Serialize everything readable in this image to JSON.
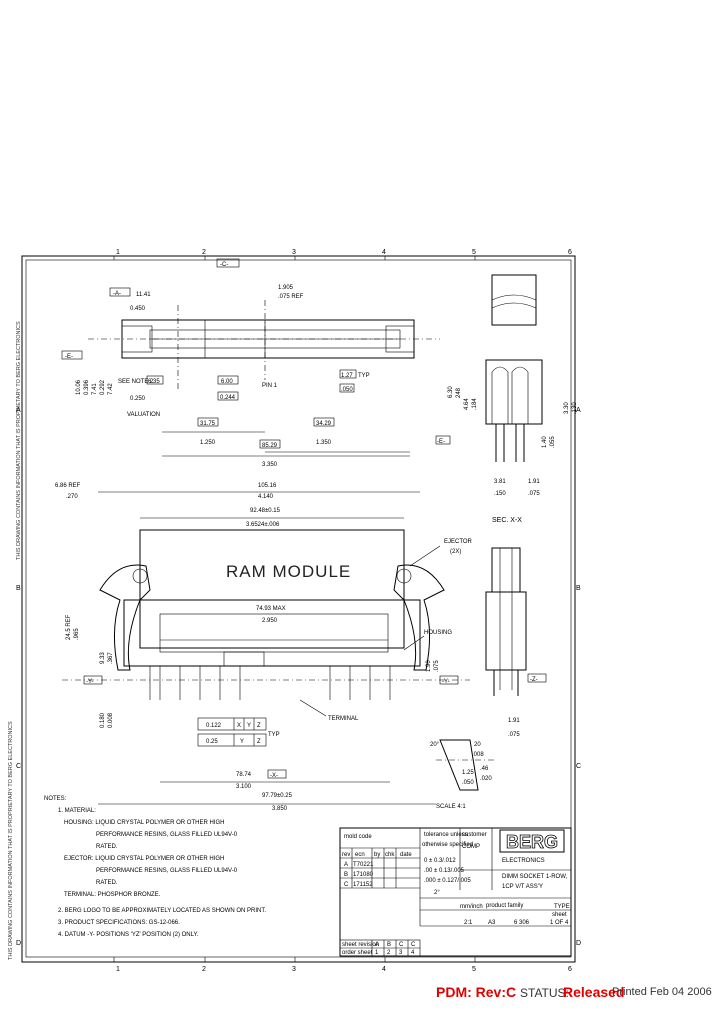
{
  "zones_top": [
    "1",
    "2",
    "3",
    "4",
    "5",
    "6"
  ],
  "zones_side": [
    "A",
    "B",
    "C",
    "D"
  ],
  "datums": {
    "a": "-A-",
    "c": "-C-",
    "e": "-E-",
    "y": "-Y-",
    "z": "-Z-",
    "x": "-X-"
  },
  "top_view": {
    "dim_ref": "1.905",
    "dim_ref_sub": ".075 REF",
    "dim_l1": "11.41",
    "dim_l2": "0.450",
    "see_note": "SEE NOTE 2",
    "d_635": "6.35",
    "d_250": "0.250",
    "valuation": "VALUATION",
    "d_6_00": "6.00",
    "d_0244": "0.244",
    "pin1": "PIN 1",
    "typ127": "1.27",
    "typ_label": "TYP",
    "typ050": ".050",
    "d_3175": "31.75",
    "d_1250": "1.250",
    "d_3429": "34.29",
    "d_1350": "1.350",
    "d_8529": "85.29",
    "d_3350": "3.350",
    "left_v1": "10.06",
    "left_v2": "0.396",
    "left_v3": "7.41",
    "left_v4": "0.292",
    "left_v5": "7.42"
  },
  "front_view": {
    "top_ref": "6.86 REF",
    "top_ref_sub": ".270",
    "overall": "105.16",
    "overall_sub": "4.140",
    "inner": "92.48±0.15",
    "inner_sub": "3.6524±.006",
    "title": "RAM MODULE",
    "ejector": "EJECTOR",
    "ejector_qty": "(2X)",
    "w_max": "74.93 MAX",
    "w_max_sub": "2.950",
    "housing": "HOUSING",
    "terminal": "TERMINAL",
    "h_ref": "24.5 REF",
    "h_ref_sub": ".965",
    "h_a": "9.33",
    "h_b": ".367",
    "h_c": "0.180",
    "h_d": "0.008",
    "h_e": "1.90",
    "h_f": ".075",
    "tol1": "0.122",
    "tol2": "0.25",
    "tol_x": "X",
    "tol_y": "Y",
    "tol_z": "Z",
    "tol_typ": "TYP",
    "b1": "78.74",
    "b1_sub": "3.100",
    "b2": "97.79±0.25",
    "b2_sub": "3.850"
  },
  "side_view": {
    "d1": "6.30",
    "d2": "248",
    "d3": "4.64",
    "d4": ".184",
    "d5": "3.30",
    "d6": ".130",
    "d7": "1.40",
    "d8": ".055",
    "w1": "3.81",
    "w1_sub": ".150",
    "w2": "1.91",
    "w2_sub": ".075"
  },
  "section": {
    "title": "SEC. X-X",
    "h1": "1.91",
    "h1_sub": ".075",
    "angle": "20°",
    "r1": "20",
    "r2": ".008",
    "r3": "1.25",
    "r4": ".050",
    "r5": ".46",
    "r6": ".020",
    "scale": "SCALE 4:1"
  },
  "notes": {
    "header": "NOTES:",
    "items": [
      "1. MATERIAL:",
      "HOUSING: LIQUID CRYSTAL POLYMER OR OTHER HIGH",
      "PERFORMANCE RESINS, GLASS FILLED UL94V-0",
      "RATED.",
      "EJECTOR: LIQUID CRYSTAL POLYMER OR OTHER HIGH",
      "PERFORMANCE RESINS, GLASS FILLED UL94V-0",
      "RATED.",
      "TERMINAL: PHOSPHOR BRONZE.",
      "2. BERG LOGO TO BE APPROXIMATELY LOCATED AS SHOWN ON PRINT.",
      "3. PRODUCT SPECIFICATIONS: GS-12-066.",
      "4. DATUM -Y- POSITIONS 'YZ' POSITION (2) ONLY."
    ]
  },
  "title_block": {
    "mold_code": "mold code",
    "tolerance": "tolerance unless",
    "otherwise": "otherwise specified",
    "customer": "customer",
    "customer_val": "COMP",
    "logo": "BERG",
    "logo_sub": "ELECTRONICS",
    "rev_headers": [
      "rev",
      "ecn",
      "by",
      "chk",
      "date"
    ],
    "revs": [
      [
        "A",
        "T70221",
        "",
        "",
        ""
      ],
      [
        "B",
        "171080",
        "",
        "",
        ""
      ],
      [
        "C",
        "171152",
        "",
        "",
        ""
      ]
    ],
    "tol_rows": [
      "0 ± 0.3/.012",
      ".00 ± 0.13/.005",
      ".000 ± 0.127/.005"
    ],
    "angle": "2°",
    "title": "DIMM SOCKET 1-ROW,",
    "title2": "1CP V/T ASS'Y",
    "units": "mm/inch",
    "size": "A3",
    "scale": "2:1",
    "dwg_no": "6 306",
    "product_family": "product family",
    "type": "TYPE",
    "sheet": "sheet",
    "sheet_val": "1 OF 4",
    "sheet_row": [
      "sheet revision",
      "A",
      "B",
      "C",
      "C"
    ],
    "sheet_row2": [
      "order sheet",
      "1",
      "2",
      "3",
      "4"
    ]
  },
  "side_note": "THIS DRAWING CONTAINS INFORMATION THAT IS PROPRIETARY TO BERG ELECTRONICS",
  "footer": {
    "pdm": "PDM: Rev:C",
    "status_label": "STATUS:",
    "status_value": "Released",
    "printed": "Printed Feb 04 2006"
  }
}
